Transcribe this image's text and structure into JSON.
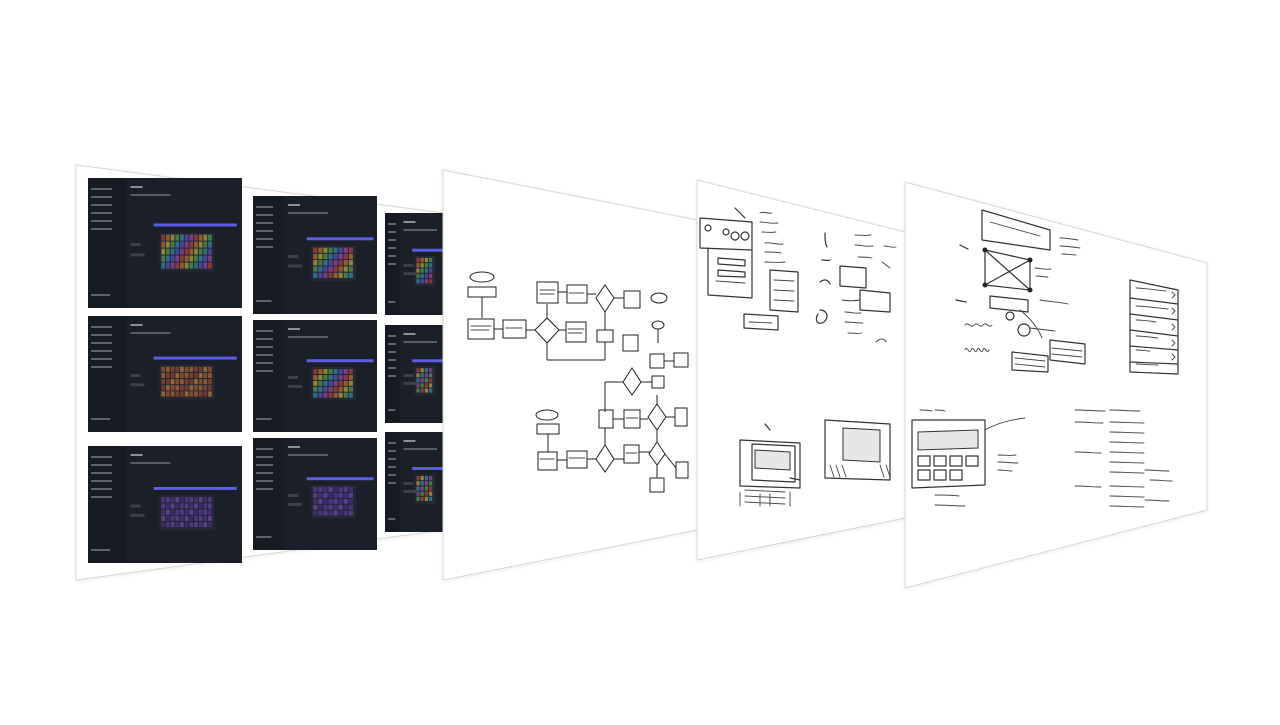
{
  "scene": {
    "background": "#ffffff",
    "panels": [
      {
        "name": "app-screenshots-grid",
        "kind": "dark-ui-mockups",
        "rows": 3,
        "cols": 3
      },
      {
        "name": "flowchart-sheet",
        "kind": "flowchart"
      },
      {
        "name": "wireframe-sketches-sheet",
        "kind": "hand-sketches"
      },
      {
        "name": "property-panel-sketch-sheet",
        "kind": "hand-sketches"
      }
    ],
    "colors": {
      "ui_bg": "#1b1f27",
      "ui_sidebar": "#161a21",
      "ui_card": "#232833",
      "ui_accent_bar": "#5b5fe6",
      "ink": "#222222",
      "paper": "#ffffff",
      "paper_border": "#d8d8d8"
    },
    "keyboard_themes": [
      "rainbow",
      "rainbow",
      "rainbow",
      "amber",
      "rainbow",
      "multi",
      "violet",
      "violet",
      "multi"
    ]
  }
}
